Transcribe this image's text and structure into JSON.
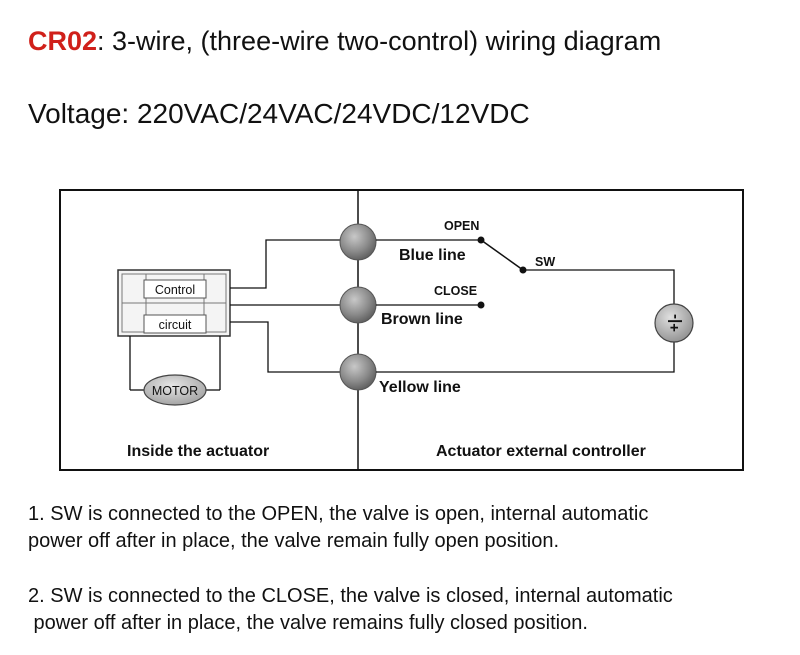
{
  "header": {
    "code": "CR02",
    "title_rest": ": 3-wire, (three-wire two-control) wiring diagram",
    "voltage": "Voltage: 220VAC/24VAC/24VDC/12VDC",
    "code_color": "#d0201a"
  },
  "diagram": {
    "control_line1": "Control",
    "control_line2": "circuit",
    "motor": "MOTOR",
    "open": "OPEN",
    "close": "CLOSE",
    "sw": "SW",
    "blue_line": "Blue line",
    "brown_line": "Brown line",
    "yellow_line": "Yellow line",
    "power_symbol": "+|-",
    "inside_label": "Inside the actuator",
    "external_label": "Actuator external controller"
  },
  "notes": {
    "line1a": "1. SW is connected to the OPEN, the valve is open, internal automatic",
    "line1b": "power off after in place, the valve remain fully open position.",
    "line2a": "2. SW is connected to the CLOSE, the valve is closed, internal automatic",
    "line2b": " power off after in place, the valve remains fully closed position."
  }
}
